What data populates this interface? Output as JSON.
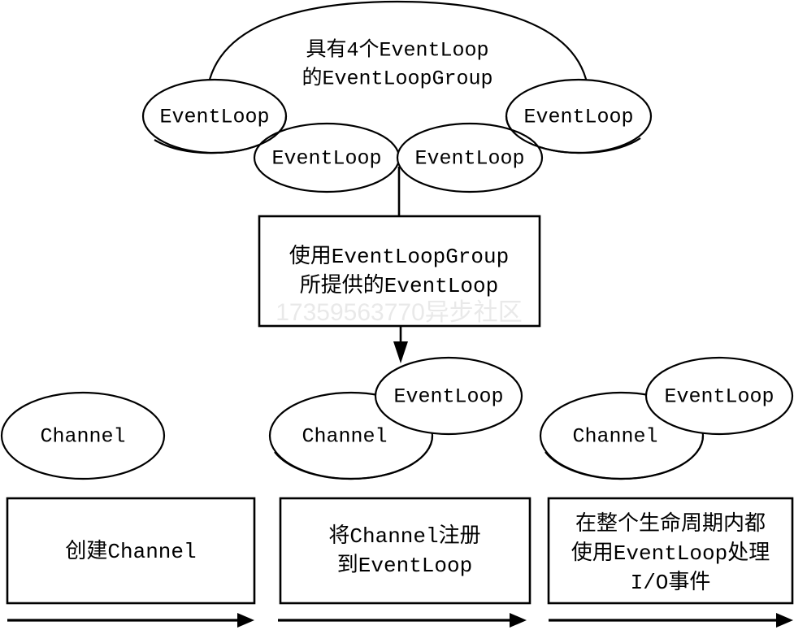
{
  "diagram": {
    "title_group": {
      "line1": "具有4个EventLoop",
      "line2": "的EventLoopGroup"
    },
    "event_loops_in_group": [
      {
        "label": "EventLoop"
      },
      {
        "label": "EventLoop"
      },
      {
        "label": "EventLoop"
      },
      {
        "label": "EventLoop"
      }
    ],
    "middle_box": {
      "line1": "使用EventLoopGroup",
      "line2": "所提供的EventLoop"
    },
    "watermark": "17359563770异步社区",
    "stages": [
      {
        "channel_label": "Channel",
        "event_loop_label": "",
        "box_lines": [
          "创建Channel"
        ]
      },
      {
        "channel_label": "Channel",
        "event_loop_label": "EventLoop",
        "box_lines": [
          "将Channel注册",
          "到EventLoop"
        ]
      },
      {
        "channel_label": "Channel",
        "event_loop_label": "EventLoop",
        "box_lines": [
          "在整个生命周期内都",
          "使用EventLoop处理",
          "I/O事件"
        ]
      }
    ],
    "colors": {
      "stroke": "#000000",
      "fill": "#ffffff",
      "watermark": "#e9e9e9"
    }
  }
}
